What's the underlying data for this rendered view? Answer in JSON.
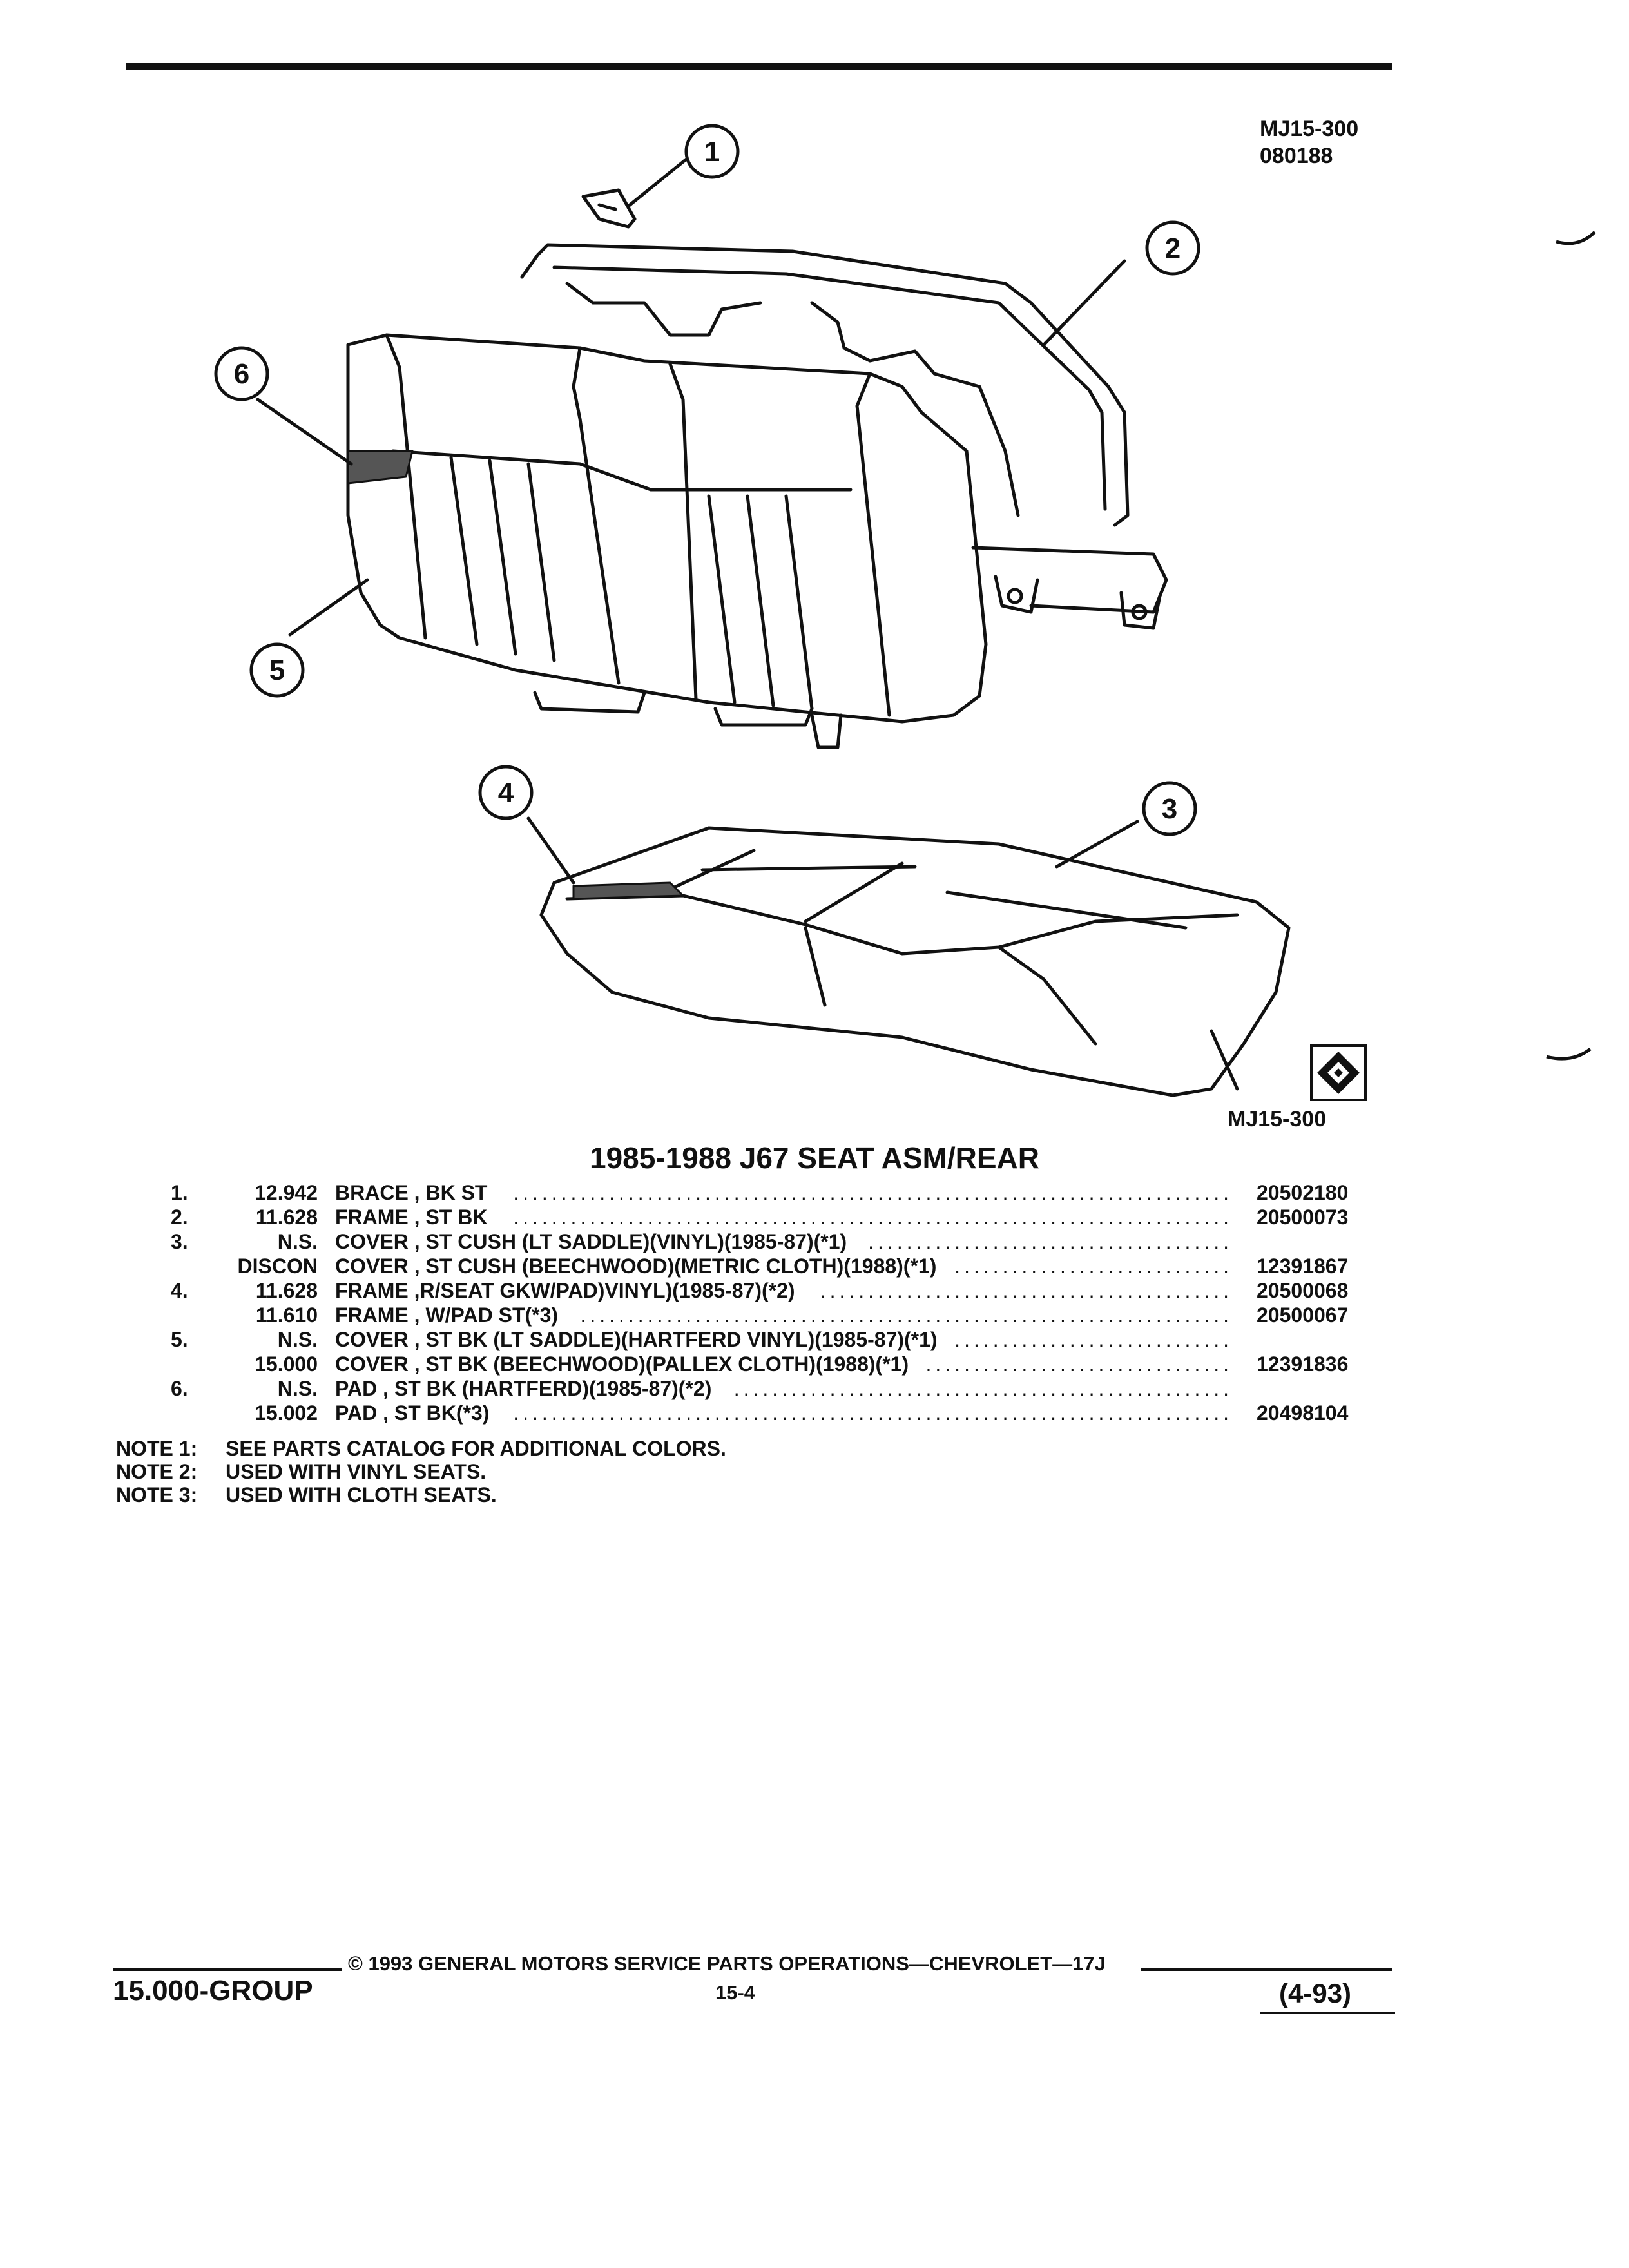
{
  "header": {
    "illustration_code": "MJ15-300",
    "date_code": "080188"
  },
  "illustration": {
    "callouts": [
      "1",
      "2",
      "3",
      "4",
      "5",
      "6"
    ],
    "figure_code": "MJ15-300"
  },
  "section_title": "1985-1988 J67 SEAT ASM/REAR",
  "parts": [
    {
      "index": "1.",
      "group": "12.942",
      "description": "BRACE , BK ST",
      "part_number": "20502180"
    },
    {
      "index": "2.",
      "group": "11.628",
      "description": "FRAME , ST BK",
      "part_number": "20500073"
    },
    {
      "index": "3.",
      "group": "N.S.",
      "description": "COVER , ST CUSH (LT SADDLE)(VINYL)(1985-87)(*1)",
      "part_number": ""
    },
    {
      "index": "",
      "group": "DISCON",
      "description": "COVER , ST CUSH (BEECHWOOD)(METRIC CLOTH)(1988)(*1)",
      "part_number": "12391867"
    },
    {
      "index": "4.",
      "group": "11.628",
      "description": "FRAME ,R/SEAT GKW/PAD)VINYL)(1985-87)(*2)",
      "part_number": "20500068"
    },
    {
      "index": "",
      "group": "11.610",
      "description": "FRAME , W/PAD ST(*3)",
      "part_number": "20500067"
    },
    {
      "index": "5.",
      "group": "N.S.",
      "description": "COVER , ST BK (LT SADDLE)(HARTFERD VINYL)(1985-87)(*1)",
      "part_number": ""
    },
    {
      "index": "",
      "group": "15.000",
      "description": "COVER , ST BK (BEECHWOOD)(PALLEX CLOTH)(1988)(*1)",
      "part_number": "12391836"
    },
    {
      "index": "6.",
      "group": "N.S.",
      "description": "PAD , ST BK (HARTFERD)(1985-87)(*2)",
      "part_number": ""
    },
    {
      "index": "",
      "group": "15.002",
      "description": "PAD , ST BK(*3)",
      "part_number": "20498104"
    }
  ],
  "notes": [
    {
      "label": "NOTE 1:",
      "text": "SEE PARTS CATALOG FOR ADDITIONAL COLORS."
    },
    {
      "label": "NOTE 2:",
      "text": "USED WITH VINYL SEATS."
    },
    {
      "label": "NOTE 3:",
      "text": "USED WITH CLOTH SEATS."
    }
  ],
  "footer": {
    "copyright": "© 1993 GENERAL MOTORS SERVICE PARTS OPERATIONS—CHEVROLET—17J",
    "group": "15.000-GROUP",
    "page": "15-4",
    "revision": "(4-93)"
  }
}
